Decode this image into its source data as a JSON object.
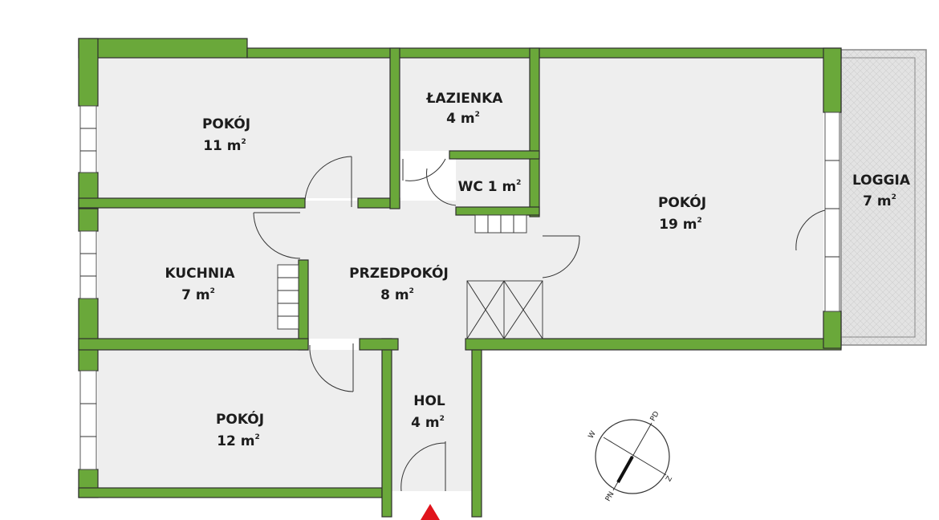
{
  "rooms": {
    "pokoj_top": {
      "name": "POKÓJ",
      "area": "11 m",
      "unit_sup": "2"
    },
    "lazienka": {
      "name": "ŁAZIENKA",
      "area": "4 m",
      "unit_sup": "2"
    },
    "wc": {
      "name": "WC 1 m",
      "area": "",
      "unit_sup": "2"
    },
    "pokoj_big": {
      "name": "POKÓJ",
      "area": "19 m",
      "unit_sup": "2"
    },
    "loggia": {
      "name": "LOGGIA",
      "area": "7 m",
      "unit_sup": "2"
    },
    "kuchnia": {
      "name": "KUCHNIA",
      "area": "7 m",
      "unit_sup": "2"
    },
    "przedpokoj": {
      "name": "PRZEDPOKÓJ",
      "area": "8 m",
      "unit_sup": "2"
    },
    "hol": {
      "name": "HOL",
      "area": "4 m",
      "unit_sup": "2"
    },
    "pokoj_bottom": {
      "name": "POKÓJ",
      "area": "12 m",
      "unit_sup": "2"
    }
  },
  "compass": {
    "w": "W",
    "pd": "PD",
    "z": "Z",
    "pn": "PN"
  },
  "colors": {
    "wall": "#6aa83a",
    "floor": "#eeeeee",
    "entrance": "#e0141c"
  },
  "icons": {
    "entrance": "entrance-arrow-icon",
    "compass": "compass-icon"
  }
}
